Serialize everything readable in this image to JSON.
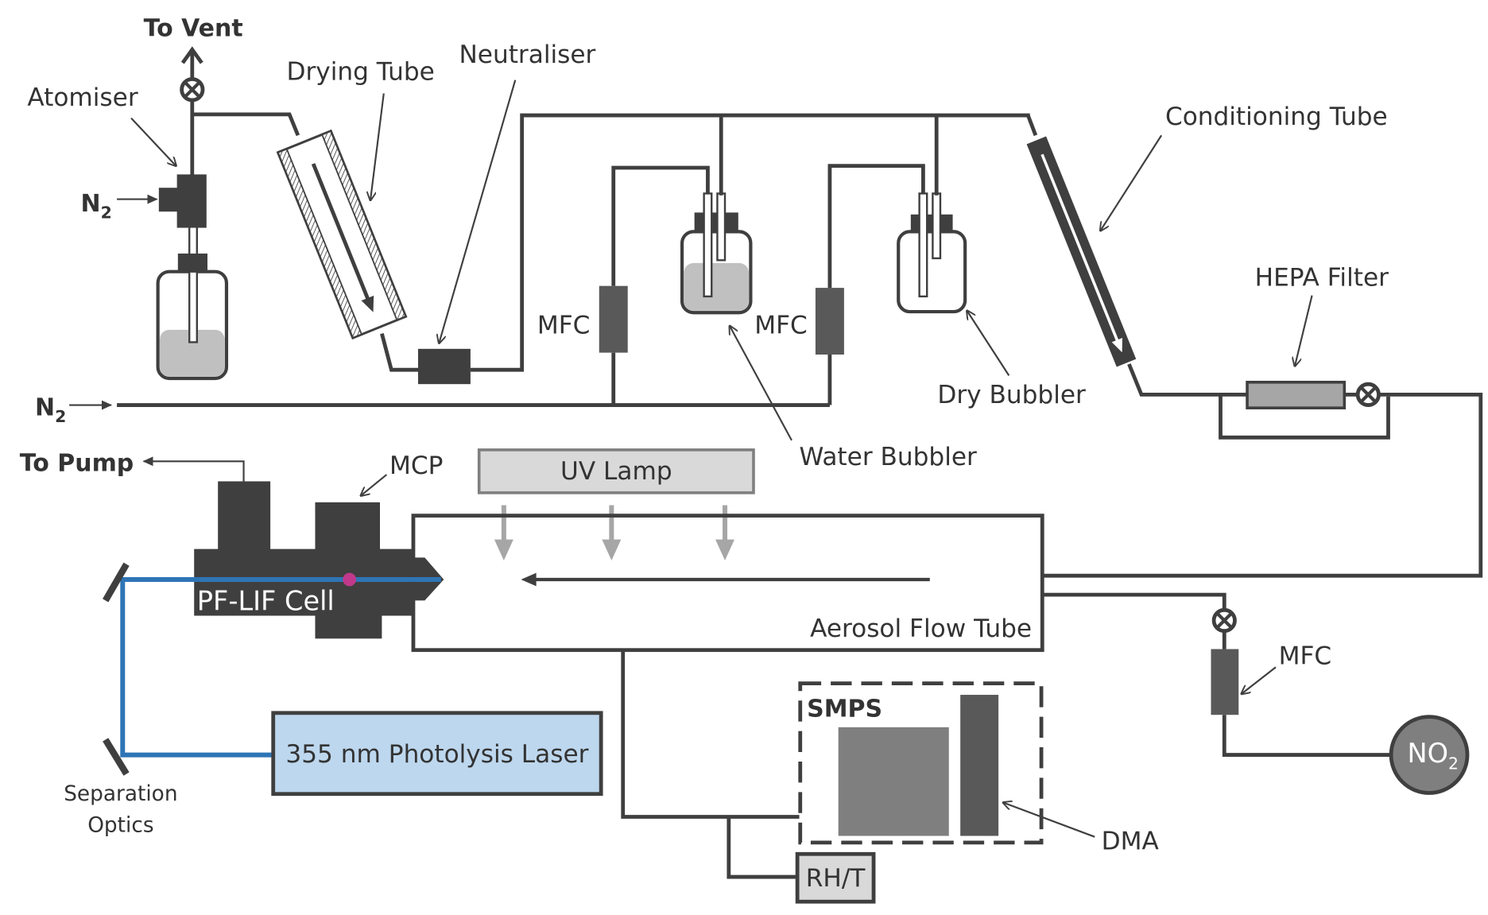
{
  "diagram": {
    "title": "Aerosol flow tube PF-LIF experimental setup",
    "labels": {
      "to_vent": "To Vent",
      "atomiser": "Atomiser",
      "n2_atomiser": "N",
      "n2_atomiser_sub": "2",
      "drying_tube": "Drying Tube",
      "neutraliser": "Neutraliser",
      "mfc_1": "MFC",
      "mfc_2": "MFC",
      "water_bubbler": "Water Bubbler",
      "dry_bubbler": "Dry Bubbler",
      "conditioning_tube": "Conditioning Tube",
      "hepa_filter": "HEPA Filter",
      "n2_main": "N",
      "n2_main_sub": "2",
      "to_pump": "To Pump",
      "mcp": "MCP",
      "uv_lamp": "UV Lamp",
      "pf_lif_cell": "PF-LIF Cell",
      "aerosol_flow_tube": "Aerosol Flow Tube",
      "mfc_3": "MFC",
      "no2": "NO",
      "no2_sub": "2",
      "smps": "SMPS",
      "dma": "DMA",
      "rh_t": "RH/T",
      "laser": "355 nm Photolysis Laser",
      "separation_optics_1": "Separation",
      "separation_optics_2": "Optics"
    },
    "colors": {
      "line": "#3f3f3f",
      "laser_beam": "#2e75b6",
      "laser_box": "#bdd7ee",
      "uv_lamp_box": "#d9d9d9",
      "liquid": "#c0c0c0",
      "hepa": "#a6a6a6",
      "no2": "#7f7f7f",
      "mfc": "#595959",
      "smps_counter": "#7f7f7f",
      "dma": "#595959",
      "interaction_point": "#c0398a",
      "uv_arrow": "#a6a6a6"
    }
  }
}
